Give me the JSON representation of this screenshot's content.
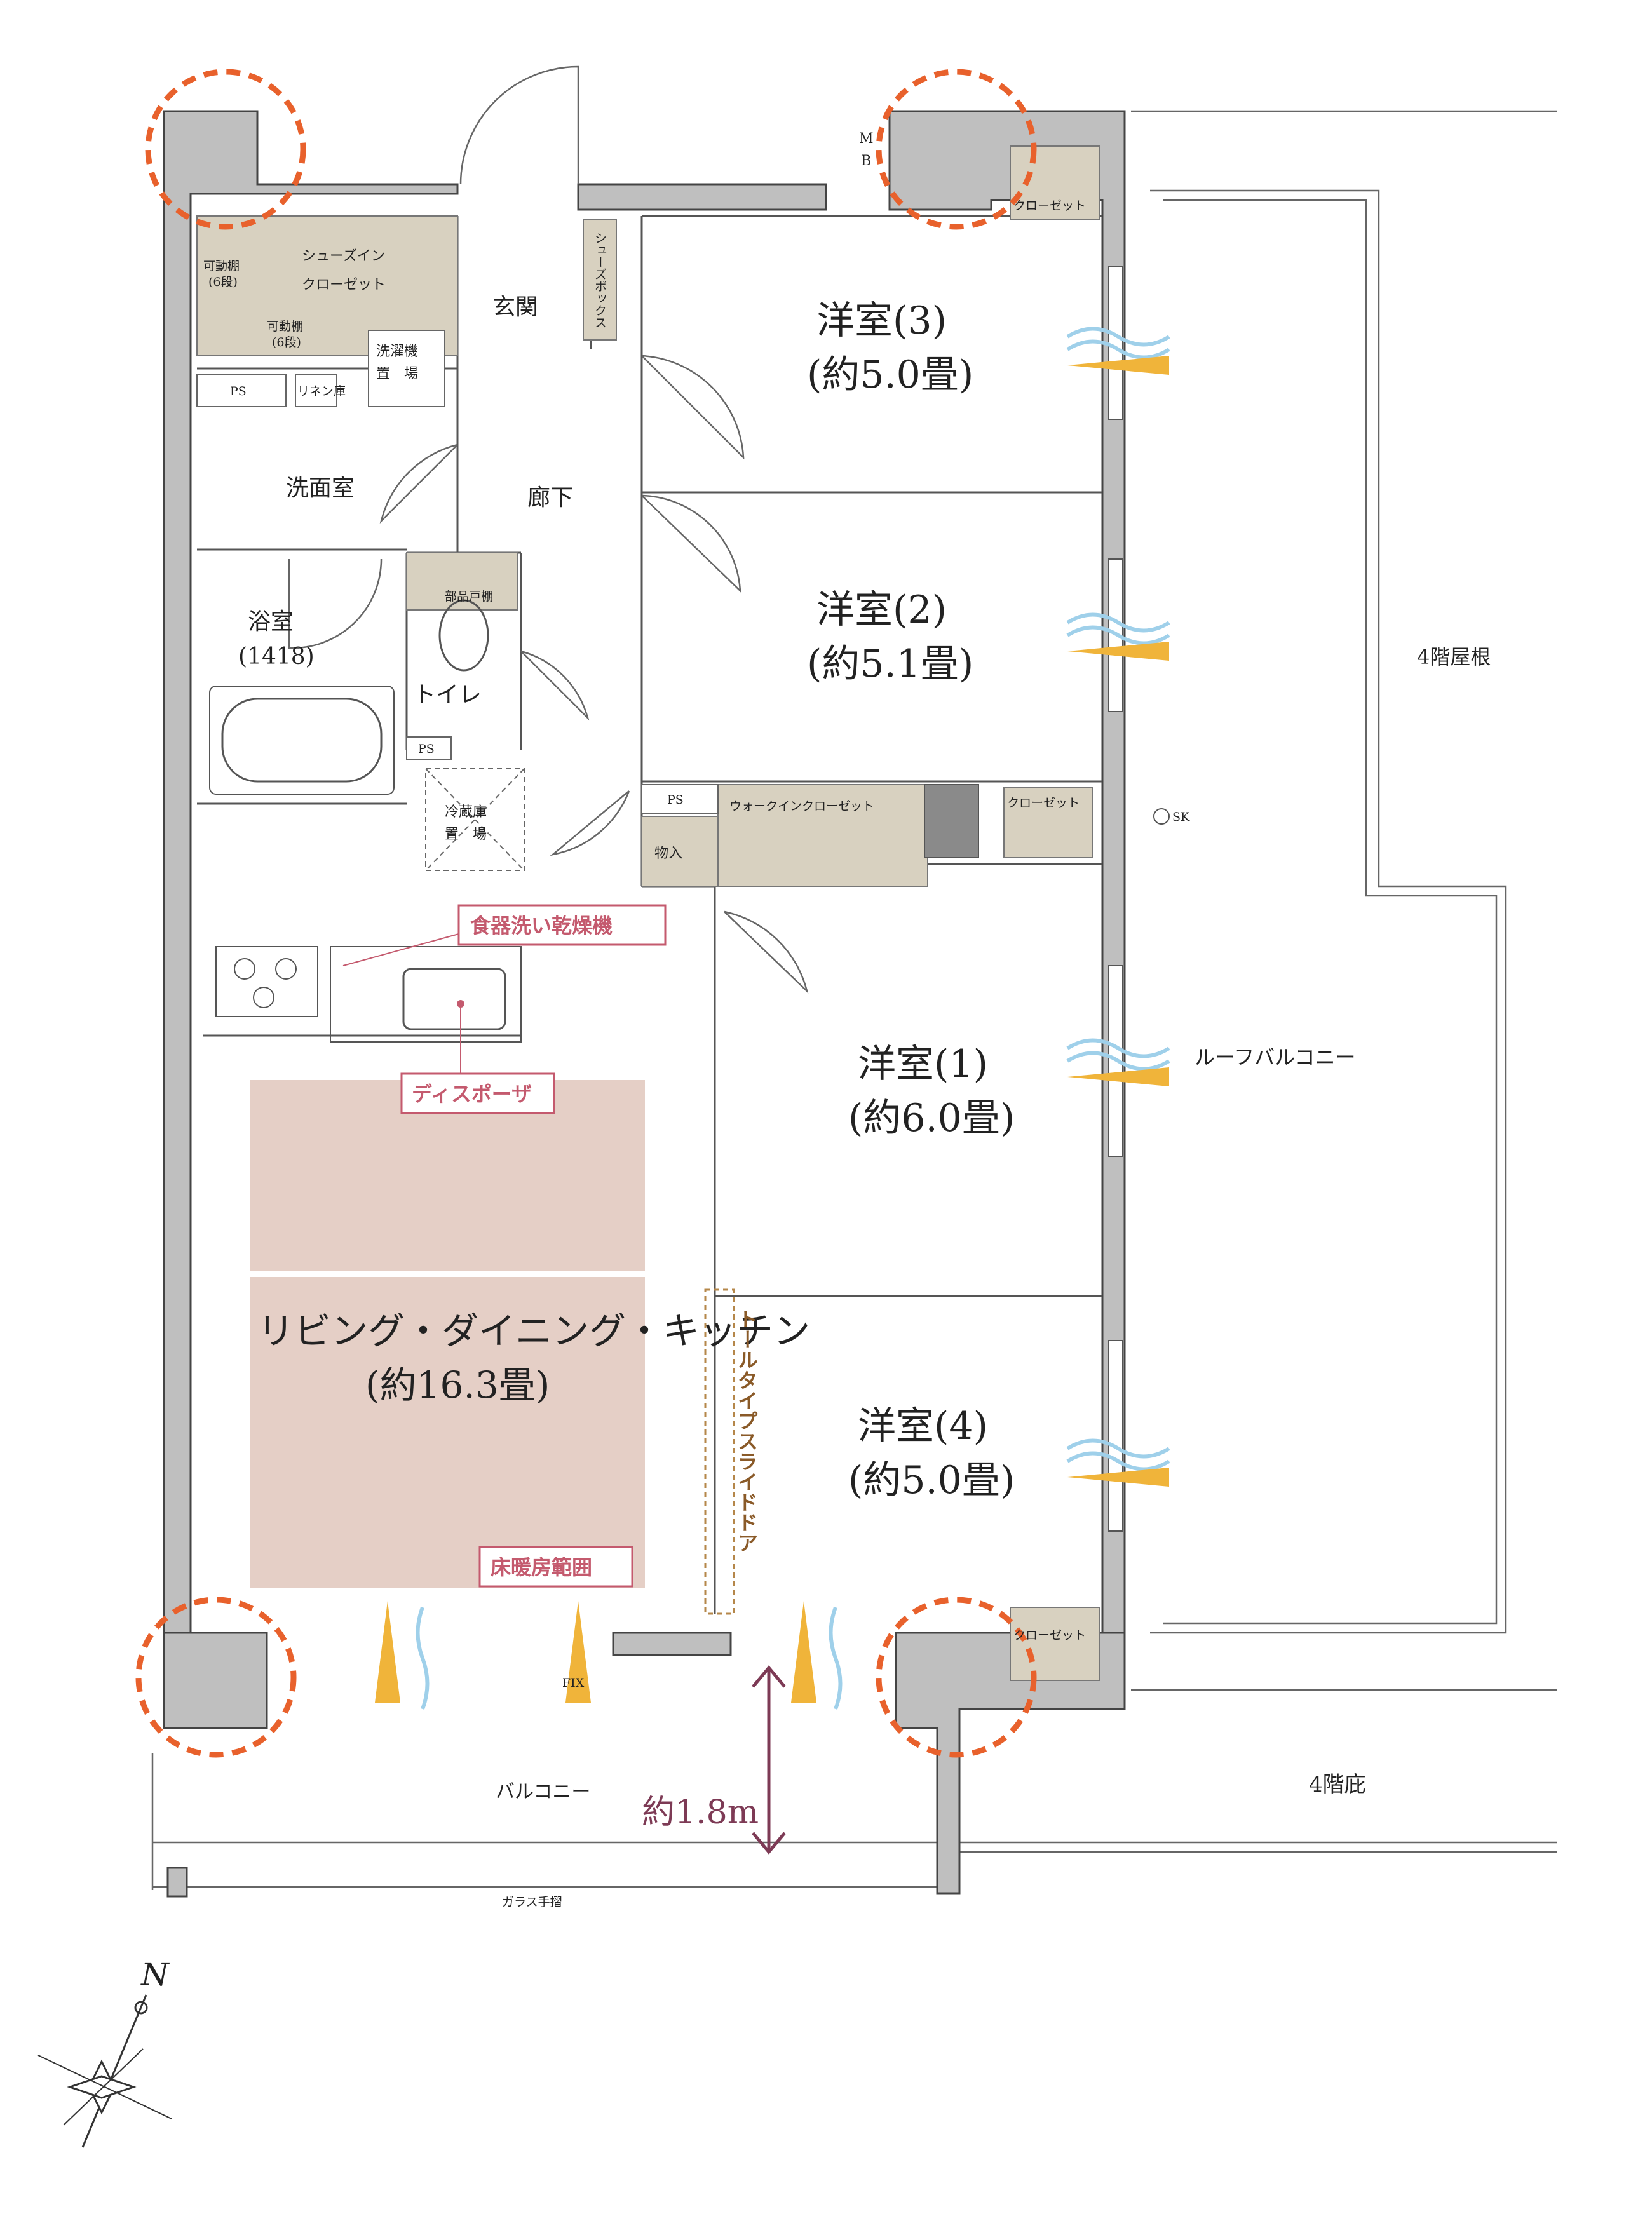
{
  "colors": {
    "wall": "#bfbfbf",
    "closet": "#d8d1c0",
    "floor_heating": "#e5cfc6",
    "tag_pink": "#c45a6e",
    "corner_circle": "#e8612c",
    "dimension": "#7d3a55",
    "airflow_blue": "#9fd0ea",
    "airflow_yellow": "#f0b43a",
    "slide_door": "#b5874a"
  },
  "rooms": {
    "western3_name": "洋室(3)",
    "western3_size": "(約5.0畳)",
    "western2_name": "洋室(2)",
    "western2_size": "(約5.1畳)",
    "western1_name": "洋室(1)",
    "western1_size": "(約6.0畳)",
    "western4_name": "洋室(4)",
    "western4_size": "(約5.0畳)",
    "ldk_name": "リビング・ダイニング・キッチン",
    "ldk_size": "(約16.3畳)",
    "entrance": "玄関",
    "hallway": "廊下",
    "washroom": "洗面室",
    "bath_name": "浴室",
    "bath_size": "(1418)",
    "toilet": "トイレ"
  },
  "storage": {
    "shoes_in_closet_1": "シューズイン",
    "shoes_in_closet_2": "クローゼット",
    "movable_shelf_1": "可動棚",
    "movable_shelf_2": "(6段)",
    "shoe_box": "シューズボックス",
    "washing_machine_1": "洗濯機",
    "washing_machine_2": "置　場",
    "linen": "リネン庫",
    "parts_shelf": "部品戸棚",
    "fridge_1": "冷蔵庫",
    "fridge_2": "置　場",
    "storage": "物入",
    "walk_in_closet": "ウォークインクローゼット",
    "closet": "クローゼット",
    "ps": "PS",
    "mb_m": "M",
    "mb_b": "B",
    "sk": "SK"
  },
  "outdoor": {
    "roof_4f": "4階屋根",
    "roof_balcony": "ルーフバルコニー",
    "balcony": "バルコニー",
    "eaves_4f": "4階庇",
    "glass_railing": "ガラス手摺",
    "fix": "FIX",
    "balcony_depth": "約1.8m"
  },
  "tags": {
    "dishwasher": "食器洗い乾燥機",
    "disposer": "ディスポーザ",
    "floor_heating": "床暖房範囲",
    "slide_door": "トールタイプスライドドア"
  },
  "compass": {
    "north": "N"
  }
}
